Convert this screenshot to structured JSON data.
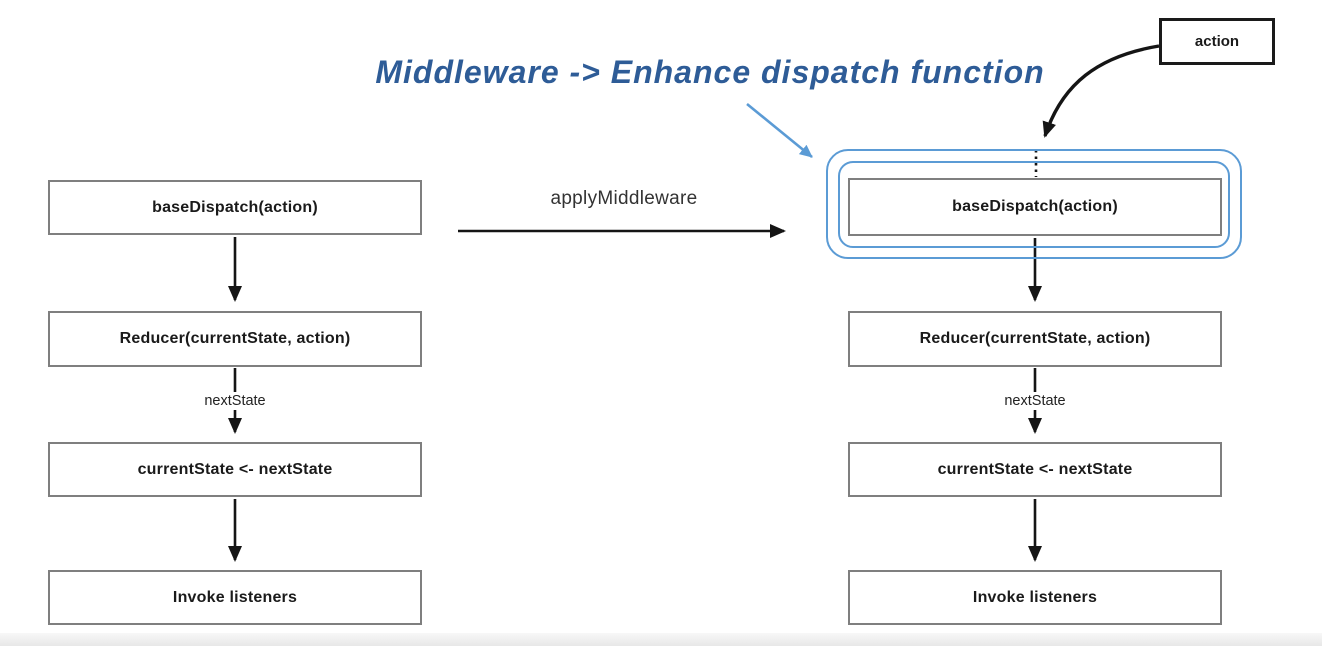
{
  "title": {
    "text": "Middleware -> Enhance dispatch function"
  },
  "action_box": {
    "label": "action"
  },
  "transform_arrow": {
    "label": "applyMiddleware"
  },
  "left_flow": {
    "box1": "baseDispatch(action)",
    "box2": "Reducer(currentState, action)",
    "box3": "currentState <- nextState",
    "box4": "Invoke listeners",
    "edge_label": "nextState"
  },
  "right_flow": {
    "box1": "baseDispatch(action)",
    "box2": "Reducer(currentState, action)",
    "box3": "currentState <- nextState",
    "box4": "Invoke listeners",
    "edge_label": "nextState"
  },
  "colors": {
    "title_blue": "#2e5c97",
    "highlight_blue": "#5b9bd5",
    "box_border_gray": "#7f7f7f",
    "arrow_black": "#151515"
  }
}
